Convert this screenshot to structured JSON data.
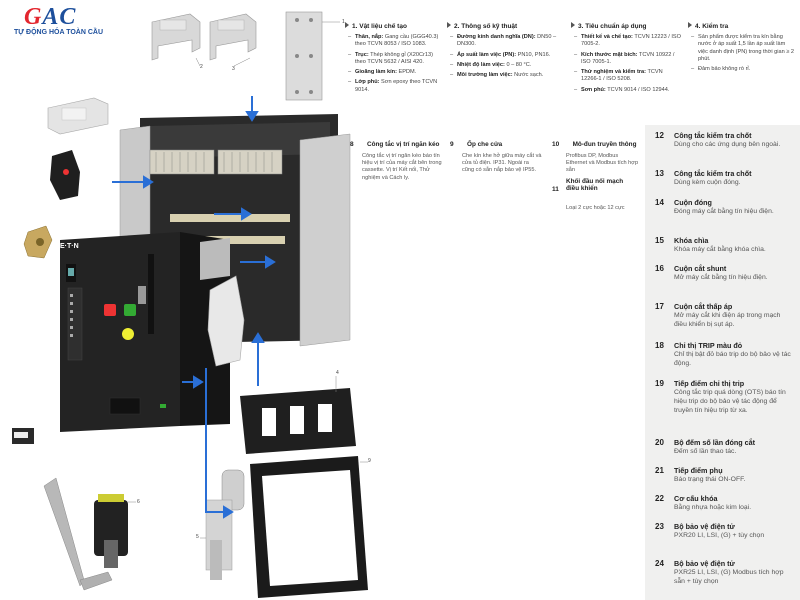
{
  "brand": {
    "logo_text_g": "G",
    "logo_text_ac": "AC",
    "tagline": "TỰ ĐỘNG HÓA TOÀN CẦU",
    "device_brand": "E·T·N"
  },
  "specs": [
    {
      "number": "1.",
      "title": "Vật liệu chế tạo",
      "items": [
        {
          "label": "Thân, nắp:",
          "text": "Gang cầu (GGG40.3) theo TCVN 8053 / ISO 1083."
        },
        {
          "label": "Trục:",
          "text": "Thép không gỉ (X20Cr13) theo TCVN 5632 / AISI 420."
        },
        {
          "label": "Gioăng làm kín:",
          "text": "EPDM."
        },
        {
          "label": "Lớp phủ:",
          "text": "Sơn epoxy theo TCVN 9014."
        }
      ]
    },
    {
      "number": "2.",
      "title": "Thông số kỹ thuật",
      "items": [
        {
          "label": "Đường kính danh nghĩa (DN):",
          "text": "DN50 – DN300."
        },
        {
          "label": "Áp suất làm việc (PN):",
          "text": "PN10, PN16."
        },
        {
          "label": "Nhiệt độ làm việc:",
          "text": "0 – 80 °C."
        },
        {
          "label": "Môi trường làm việc:",
          "text": "Nước sạch."
        }
      ]
    },
    {
      "number": "3.",
      "title": "Tiêu chuẩn áp dụng",
      "items": [
        {
          "label": "Thiết kế và chế tạo:",
          "text": "TCVN 12223 / ISO 7005-2."
        },
        {
          "label": "Kích thước mặt bích:",
          "text": "TCVN 10922 / ISO 7005-1."
        },
        {
          "label": "Thử nghiệm và kiểm tra:",
          "text": "TCVN 12266-1 / ISO 5208."
        },
        {
          "label": "Sơn phủ:",
          "text": "TCVN 9014 / ISO 12944."
        }
      ]
    },
    {
      "number": "4.",
      "title": "Kiểm tra",
      "items": [
        {
          "label": "",
          "text": "Sản phẩm được kiểm tra kín bằng nước ở áp suất 1,5 lần áp suất làm việc danh định (PN) trong thời gian ≥ 2 phút."
        },
        {
          "label": "",
          "text": "Đảm bảo không rò rỉ."
        }
      ]
    }
  ],
  "middle_desc": [
    {
      "number": "8",
      "title": "Công tắc vị trí ngăn kéo",
      "text": "Công tắc vị trí ngăn kéo báo tín hiệu vị trí của máy cắt bên trong cassette. Vị trí Kết nối, Thử nghiệm và Cách ly."
    },
    {
      "number": "9",
      "title": "Ốp che cửa",
      "text": "Che kín khe hở giữa máy cắt và cửa tủ điện. IP31. Ngoài ra cũng có sẵn nắp bảo vệ IP55."
    },
    {
      "number": "10",
      "title": "Mô-đun truyền thông",
      "text": "Profibus DP, Modbus Ethernet và Modbus tích hợp sẵn"
    },
    {
      "number": "11",
      "title": "Khối đầu nối mạch điều khiển",
      "text": "Loại 2 cực hoặc 12 cực"
    }
  ],
  "panel": [
    {
      "number": "12",
      "title": "Công tắc kiểm tra chốt",
      "text": "Dùng cho các ứng dụng bên ngoài."
    },
    {
      "number": "13",
      "title": "Công tắc kiểm tra chốt",
      "text": "Dùng kèm cuộn đóng."
    },
    {
      "number": "14",
      "title": "Cuộn đóng",
      "text": "Đóng máy cắt bằng tín hiệu điện."
    },
    {
      "number": "15",
      "title": "Khóa chìa",
      "text": "Khóa máy cắt bằng khóa chìa."
    },
    {
      "number": "16",
      "title": "Cuộn cắt shunt",
      "text": "Mở máy cắt bằng tín hiệu điện."
    },
    {
      "number": "17",
      "title": "Cuộn cắt thấp áp",
      "text": "Mở máy cắt khi điện áp trong mạch điều khiển bị sụt áp."
    },
    {
      "number": "18",
      "title": "Chỉ thị TRIP màu đỏ",
      "text": "Chỉ thị bật đỏ báo trip do bộ bảo vệ tác động."
    },
    {
      "number": "19",
      "title": "Tiếp điểm chỉ thị trip",
      "text": "Công tắc trip quá dòng (OTS) báo tín hiệu trip do bộ bảo vệ tác động để truyền tín hiệu trip từ xa."
    },
    {
      "number": "20",
      "title": "Bộ đếm số lần đóng cắt",
      "text": "Đếm số lần thao tác."
    },
    {
      "number": "21",
      "title": "Tiếp điểm phụ",
      "text": "Báo trạng thái ON-OFF."
    },
    {
      "number": "22",
      "title": "Cơ cấu khóa",
      "text": "Bằng nhựa hoặc kim loại."
    },
    {
      "number": "23",
      "title": "Bộ bảo vệ điện tử",
      "text": "PXR20 LI, LSI, (G) + tùy chọn"
    },
    {
      "number": "24",
      "title": "Bộ bảo vệ điện tử",
      "text": "PXR25 LI, LSI, (G) Modbus tích hợp sẵn + tùy chọn"
    }
  ],
  "callouts": {
    "c1": "1",
    "c2": "2",
    "c3": "3",
    "c4": "4",
    "c5": "5",
    "c6": "6",
    "c9": "9"
  }
}
